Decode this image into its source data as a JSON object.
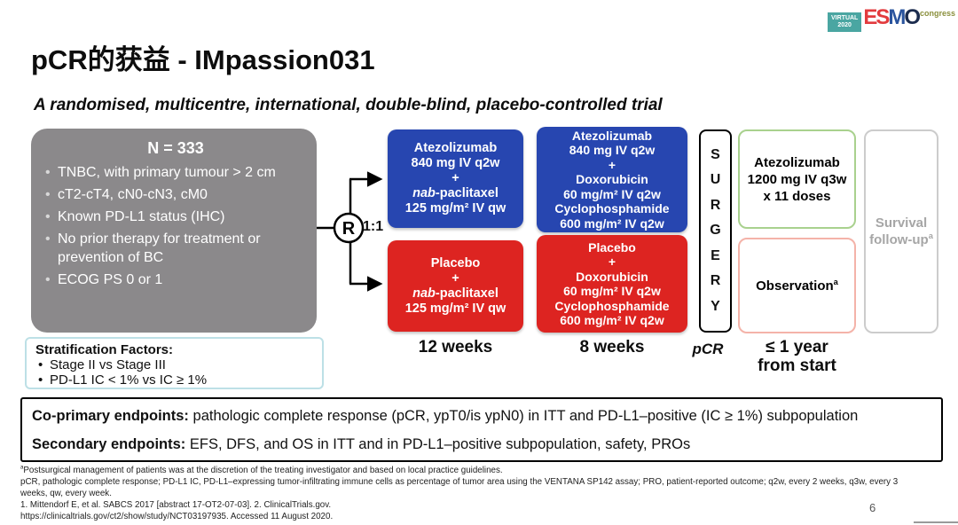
{
  "logo": {
    "virtual_line1": "VIRTUAL",
    "virtual_line2": "2020",
    "esmo_e": "E",
    "esmo_s": "S",
    "esmo_m": "M",
    "esmo_o": "O",
    "congress": "congress"
  },
  "header": {
    "title": "pCR的获益 - IMpassion031",
    "subtitle": "A randomised, multicentre, international, double-blind, placebo-controlled trial"
  },
  "enrollment": {
    "n_label": "N = 333",
    "bullets": [
      "TNBC, with primary tumour > 2 cm",
      "cT2-cT4, cN0-cN3, cM0",
      "Known PD-L1 status (IHC)",
      "No prior therapy for treatment or prevention of BC",
      "ECOG PS 0 or 1"
    ]
  },
  "randomization": {
    "symbol": "R",
    "ratio": "1:1"
  },
  "arms": {
    "blue1": {
      "line1": "Atezolizumab",
      "line2": "840 mg IV q2w",
      "line3": "+",
      "line4_italic": "nab",
      "line4_rest": "-paclitaxel",
      "line5": "125 mg/m² IV qw"
    },
    "blue2": {
      "line1": "Atezolizumab",
      "line2": "840 mg IV q2w",
      "line3": "+",
      "line4": "Doxorubicin",
      "line5": "60 mg/m² IV q2w",
      "line6": "Cyclophosphamide",
      "line7": "600 mg/m² IV q2w"
    },
    "red1": {
      "line1": "Placebo",
      "line2": "+",
      "line3_italic": "nab",
      "line3_rest": "-paclitaxel",
      "line4": "125 mg/m² IV qw"
    },
    "red2": {
      "line1": "Placebo",
      "line2": "+",
      "line3": "Doxorubicin",
      "line4": "60 mg/m² IV q2w",
      "line5": "Cyclophosphamide",
      "line6": "600 mg/m² IV q2w"
    }
  },
  "surgery": {
    "letters": [
      "S",
      "U",
      "R",
      "G",
      "E",
      "R",
      "Y"
    ]
  },
  "post_surgery": {
    "adjuvant": {
      "line1": "Atezolizumab",
      "line2": "1200 mg IV q3w",
      "line3": "x 11 doses"
    },
    "observation_text": "Observation",
    "observation_sup": "a"
  },
  "survival": {
    "line1": "Survival",
    "line2_text": "follow-up",
    "line2_sup": "a"
  },
  "timeline": {
    "weeks12": "12 weeks",
    "weeks8": "8 weeks",
    "pcr": "pCR",
    "year_line1": "≤ 1 year",
    "year_line2": "from start"
  },
  "stratification": {
    "title": "Stratification Factors:",
    "items": [
      "Stage II vs Stage III",
      "PD-L1 IC < 1% vs IC ≥ 1%"
    ]
  },
  "endpoints": {
    "coprimary_label": "Co-primary endpoints:",
    "coprimary_text": " pathologic complete response (pCR, ypT0/is ypN0) in ITT and PD-L1–positive (IC ≥ 1%) subpopulation",
    "secondary_label": "Secondary endpoints:",
    "secondary_text": " EFS, DFS, and OS in ITT and in PD-L1–positive subpopulation, safety, PROs"
  },
  "footnotes": {
    "fn1_sup": "a",
    "fn1_text": "Postsurgical management of patients was at the discretion of the treating investigator and based on local practice guidelines.",
    "fn2": "pCR, pathologic complete response; PD-L1 IC, PD-L1–expressing tumor-infiltrating immune cells as percentage of tumor area using the VENTANA SP142 assay; PRO, patient-reported outcome; q2w, every 2 weeks, q3w, every 3 weeks, qw, every week.",
    "fn3": "1. Mittendorf E, et al. SABCS 2017 [abstract 17-OT2-07-03]. 2. ClinicalTrials.gov.",
    "fn4": "https://clinicaltrials.gov/ct2/show/study/NCT03197935. Accessed 11 August 2020."
  },
  "page_number": "6",
  "colors": {
    "experimental_arm": "#2746b0",
    "placebo_arm": "#dd2421",
    "enrollment_box": "#8b898b",
    "adjuvant_border": "#a9d18e",
    "observation_border": "#f4b3a9",
    "survival_border": "#cccccc",
    "stratification_border": "#bde0e6",
    "logo_teal": "#4aa6a2"
  }
}
